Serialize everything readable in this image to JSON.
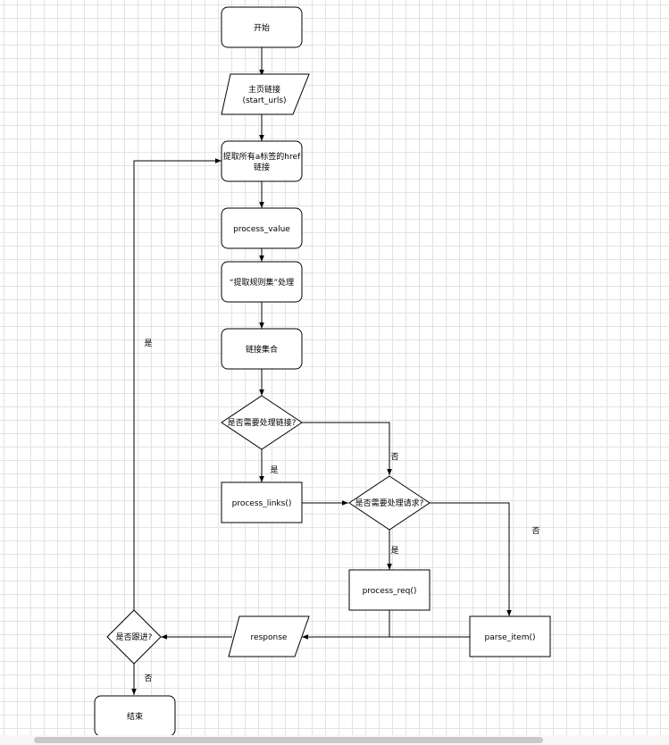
{
  "diagram": {
    "nodes": {
      "start": "开始",
      "start_urls_line1": "主页链接",
      "start_urls_line2": "(start_urls)",
      "extract_line1": "提取所有a标签的href",
      "extract_line2": "链接",
      "process_value": "process_value",
      "rules": "“提取规则集”处理",
      "link_set": "链接集合",
      "need_links": "是否需要处理链接?",
      "process_links": "process_links()",
      "need_req": "是否需要处理请求?",
      "process_req": "process_req()",
      "parse_item": "parse_item()",
      "response": "response",
      "follow": "是否跟进?",
      "end": "结束"
    },
    "edge_labels": {
      "follow_yes": "是",
      "links_yes": "是",
      "links_no": "否",
      "req_yes": "是",
      "req_no": "否",
      "follow_no": "否"
    }
  }
}
